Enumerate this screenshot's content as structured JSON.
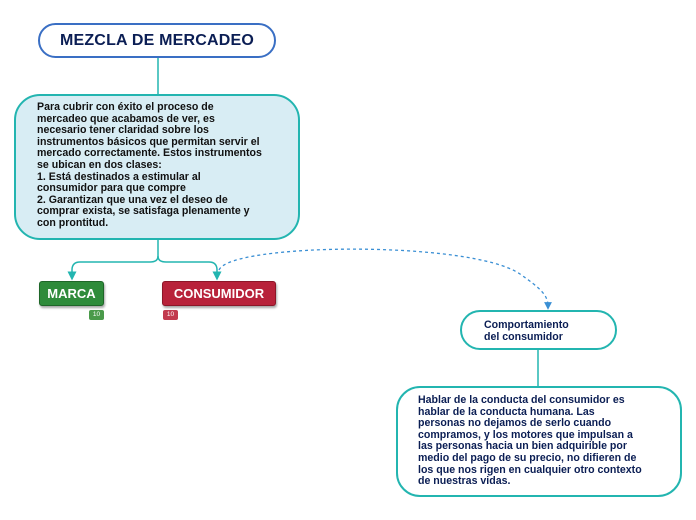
{
  "title": "MEZCLA DE MERCADEO",
  "intro": {
    "lines": [
      "Para cubrir con éxito el proceso de",
      "mercadeo que acabamos de ver, es",
      "necesario tener claridad sobre los",
      "instrumentos básicos que permitan servir el",
      "mercado correctamente. Estos instrumentos",
      "se ubican en dos clases:",
      "1. Está destinados a estimular al",
      "consumidor para que compre",
      "2. Garantizan que una vez el deseo de",
      "comprar exista, se satisfaga plenamente y",
      "con prontitud."
    ]
  },
  "marca": {
    "label": "MARCA",
    "badge": "10"
  },
  "consumidor": {
    "label": "CONSUMIDOR",
    "badge": "10"
  },
  "comportamiento": {
    "lines": [
      "Comportamiento",
      "del consumidor"
    ]
  },
  "conducta": {
    "lines": [
      "Hablar de la conducta del consumidor es",
      "hablar de la conducta humana. Las",
      "personas no dejamos de serlo cuando",
      "compramos, y los motores que impulsan a",
      "las personas hacia un bien adquirible por",
      "medio del pago de su precio, no difieren de",
      "los que nos rigen en cualquier otro contexto",
      "de nuestras vidas."
    ]
  },
  "colors": {
    "connector": "#23b5b0",
    "dashed_connector": "#3a8fd4",
    "title_border": "#3a6fc4",
    "marca_fill": "#2e8b3a",
    "consumidor_fill": "#b8223a"
  }
}
